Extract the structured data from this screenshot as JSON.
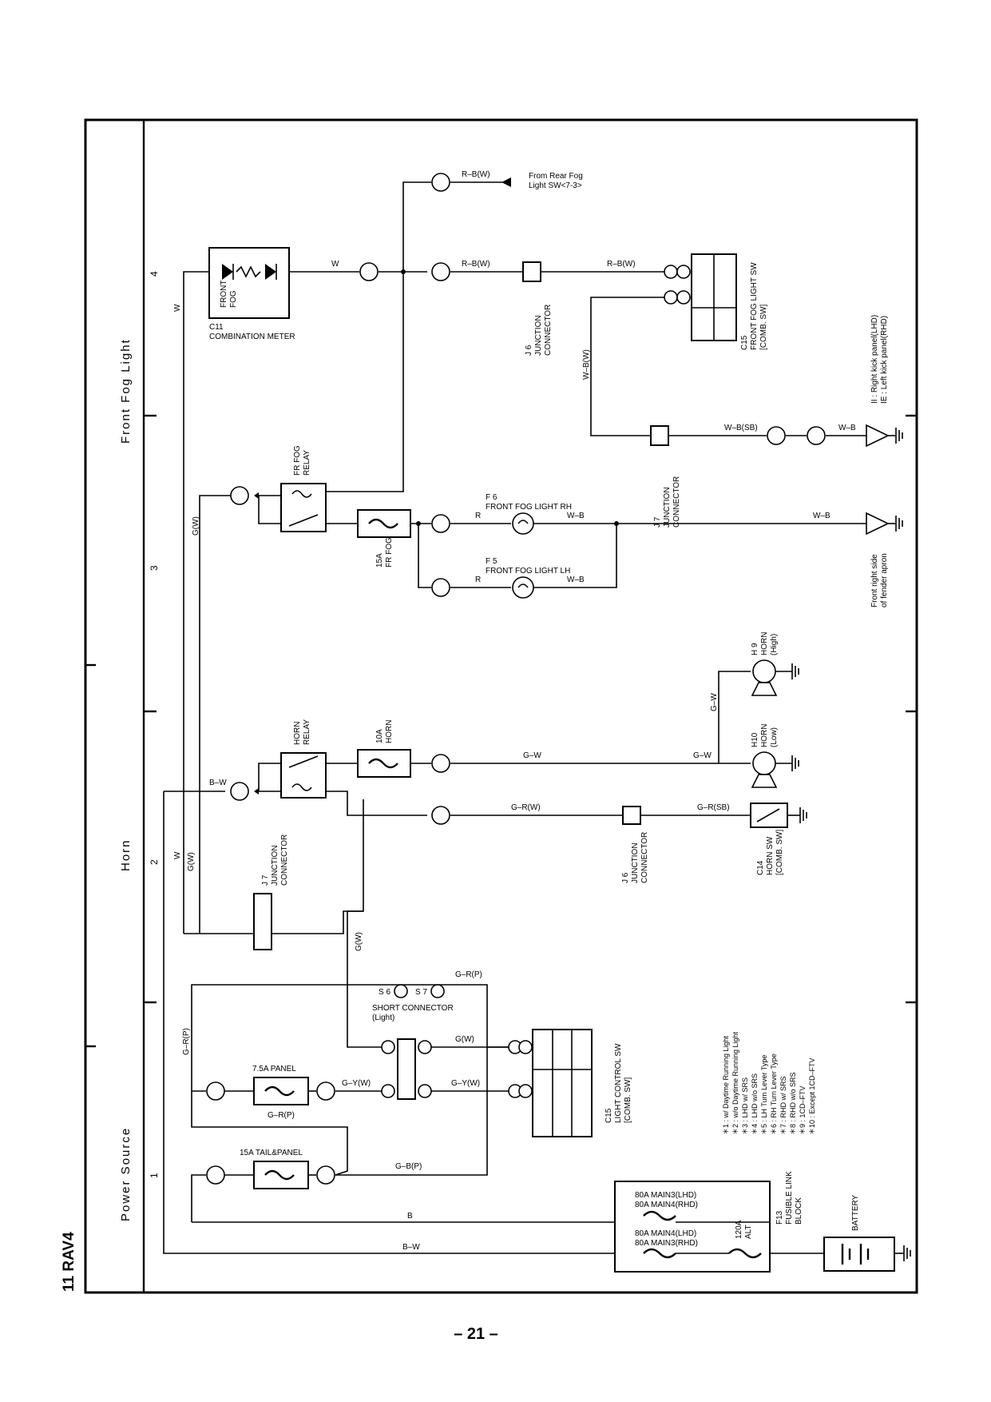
{
  "page": {
    "model": "11  RAV4",
    "page_number": "– 21 –"
  },
  "sections": [
    "Power Source",
    "Horn",
    "Front Fog Light"
  ],
  "grid": [
    "1",
    "2",
    "3",
    "4"
  ],
  "connectors": {
    "c11": "C11",
    "c11_name": "COMBINATION METER",
    "front_fog": "FRONT",
    "fog": "FOG",
    "fr_fog_relay_1": "FR FOG",
    "fr_fog_relay_2": "RELAY",
    "horn_relay_1": "HORN",
    "horn_relay_2": "RELAY",
    "j7": "J 7",
    "junction_connector_1": "JUNCTION",
    "junction_connector_2": "CONNECTOR",
    "j6": "J 6",
    "f6": "F 6",
    "f6_name": "FRONT FOG LIGHT RH",
    "f5": "F 5",
    "f5_name": "FRONT FOG LIGHT LH",
    "h9": "H 9",
    "h9_name": "HORN",
    "h9_type": "(High)",
    "h10": "H10",
    "h10_name": "HORN",
    "h10_type": "(Low)",
    "c14": "C14",
    "c14_name": "HORN SW",
    "comb_sw": "[COMB. SW]",
    "c15_fog": "C15",
    "c15_fog_name": "FRONT FOG LIGHT SW",
    "c15_light": "C15",
    "c15_light_name": "LIGHT CONTROL SW",
    "short_connector": "SHORT CONNECTOR",
    "short_light": "(Light)",
    "s6": "S 6",
    "s7": "S 7",
    "f13": "F13",
    "fusible_1": "FUSIBLE LINK",
    "fusible_2": "BLOCK",
    "battery": "BATTERY",
    "ground_ii": "II : Right kick panel(LHD)",
    "ground_ie": "IE : Left kick panel(RHD)",
    "ground_ea_1": "Front right side",
    "ground_ea_2": "of fender apron",
    "from_rear_fog_1": "From Rear Fog",
    "from_rear_fog_2": "Light SW<7-3>"
  },
  "fuses": {
    "fog": "15A",
    "fog_name": "FR FOG",
    "horn": "10A",
    "horn_name": "HORN",
    "panel": "7.5A PANEL",
    "tail": "15A TAIL&PANEL",
    "main3_lhd": "80A MAIN3(LHD)",
    "main4_rhd": "80A MAIN4(RHD)",
    "main4_lhd": "80A MAIN4(LHD)",
    "main3_rhd": "80A MAIN3(RHD)",
    "alt_amp": "120A",
    "alt": "ALT"
  },
  "wires": {
    "w": "W",
    "b": "B",
    "bw": "B–W",
    "gw_paren": "G(W)",
    "gw": "G–W",
    "gr_w": "G–R(W)",
    "gr_sb": "G–R(SB)",
    "wb": "W–B",
    "wb_w": "W–B(W)",
    "wb_sb": "W–B(SB)",
    "rb_w": "R–B(W)",
    "r": "R",
    "gr_p": "G–R(P)",
    "gb_p": "G–B(P)",
    "gy_w": "G–Y(W)"
  },
  "legend": [
    "＊1 : w/ Daytime Running Light",
    "＊2 : w/o Daytime Running Light",
    "＊3 : LHD w/ SRS",
    "＊4 : LHD w/o SRS",
    "＊5 : LH Turn Lever Type",
    "＊6 : RH Turn Lever Type",
    "＊7 : RHD w/ SRS",
    "＊8 : RHD w/o SRS",
    "＊9 : 1CD–FTV",
    "＊10 : Except 1CD–FTV"
  ],
  "colors": {
    "ink": "#000000",
    "paper": "#ffffff"
  }
}
